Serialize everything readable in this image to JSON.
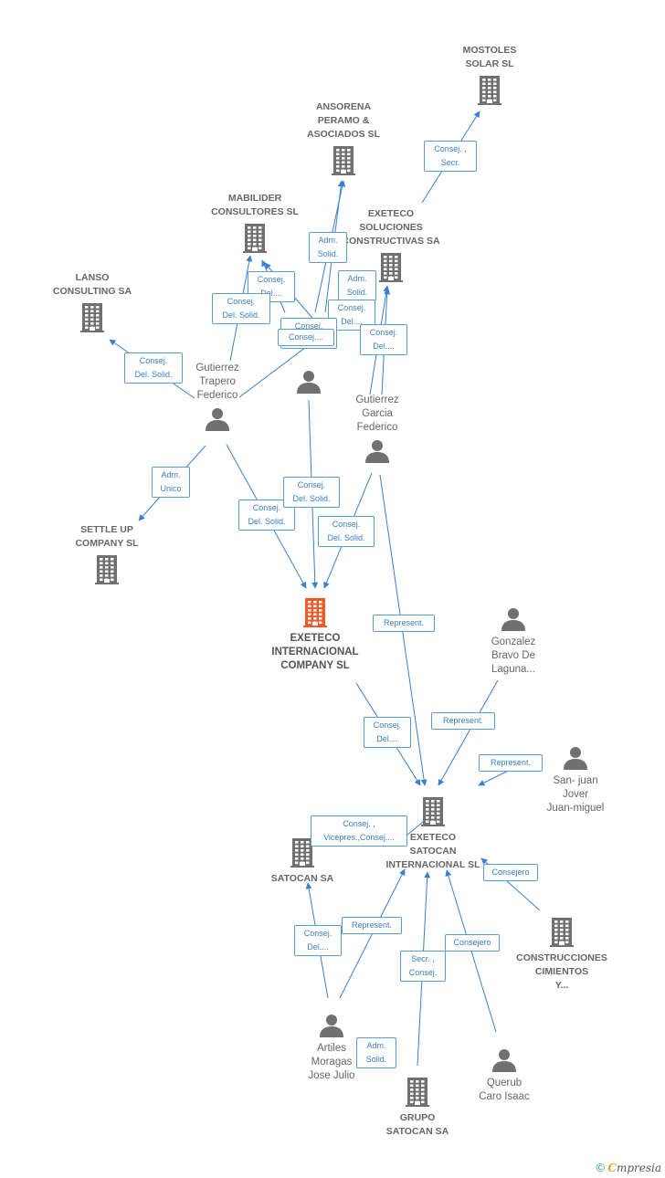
{
  "colors": {
    "edge": "#3a7fd0",
    "icon": "#707070",
    "focus_icon": "#f05a28",
    "label_border": "#5b9ad6"
  },
  "nodes": [
    {
      "id": "mostoles",
      "type": "company",
      "label": "MOSTOLES\nSOLAR SL"
    },
    {
      "id": "ansorena",
      "type": "company",
      "label": "ANSORENA\nPERAMO &\nASOCIADOS SL"
    },
    {
      "id": "mabilider",
      "type": "company",
      "label": "MABILIDER\nCONSULTORES SL"
    },
    {
      "id": "exeteco_sol",
      "type": "company",
      "label": "EXETECO\nSOLUCIONES\nCONSTRUCTIVAS SA"
    },
    {
      "id": "lanso",
      "type": "company",
      "label": "LANSO\nCONSULTING SA"
    },
    {
      "id": "gtf",
      "type": "person",
      "label": "Gutierrez\nTrapero\nFederico"
    },
    {
      "id": "p_anon",
      "type": "person",
      "label": ""
    },
    {
      "id": "ggf",
      "type": "person",
      "label": "Gutierrez\nGarcia\nFederico"
    },
    {
      "id": "settle",
      "type": "company",
      "label": "SETTLE UP\nCOMPANY SL"
    },
    {
      "id": "focus",
      "type": "focus",
      "label": "EXETECO\nINTERNACIONAL\nCOMPANY SL"
    },
    {
      "id": "gonzalez",
      "type": "person",
      "label": "Gonzalez\nBravo De\nLaguna..."
    },
    {
      "id": "sanjuan",
      "type": "person",
      "label": "San- juan\nJover\nJuan-miguel"
    },
    {
      "id": "satocan_int",
      "type": "company",
      "label": "EXETECO\nSATOCAN\nINTERNACIONAL SL"
    },
    {
      "id": "satocan",
      "type": "company",
      "label": "SATOCAN SA"
    },
    {
      "id": "construcciones",
      "type": "company",
      "label": "CONSTRUCCIONES\nCIMIENTOS\nY..."
    },
    {
      "id": "artiles",
      "type": "person",
      "label": "Artiles\nMoragas\nJose Julio"
    },
    {
      "id": "querub",
      "type": "person",
      "label": "Querub\nCaro Isaac"
    },
    {
      "id": "grupo",
      "type": "company",
      "label": "GRUPO\nSATOCAN SA"
    }
  ],
  "edge_labels": [
    "Consej. ,\nSecr.",
    "Adm.\nSolid.",
    "Consej.\nDel....",
    "Consej.\nDel. Solid.",
    "Adm.\nSolid.",
    "Consej.\nDel....",
    "Consej.\nDel....",
    "Consej.\nDel. Solid.",
    "Consej....",
    "Consej.\nDel. Solid.",
    "Adm.\nUnico",
    "Consej.\nDel. Solid.",
    "Consej.\nDel. Solid.",
    "Consej.\nDel. Solid.",
    "Represent.",
    "Consej.\nDel....",
    "Represent.",
    "Represent.",
    "Consej. ,\nVicepres.,Consej....",
    "Consejero",
    "Consej.\nDel....",
    "Represent.",
    "Consejero",
    "Secr. ,\nConsej.",
    "Adm.\nSolid."
  ],
  "footer": {
    "copyright": "©",
    "brand_initial": "C",
    "brand_rest": "mpresia"
  }
}
